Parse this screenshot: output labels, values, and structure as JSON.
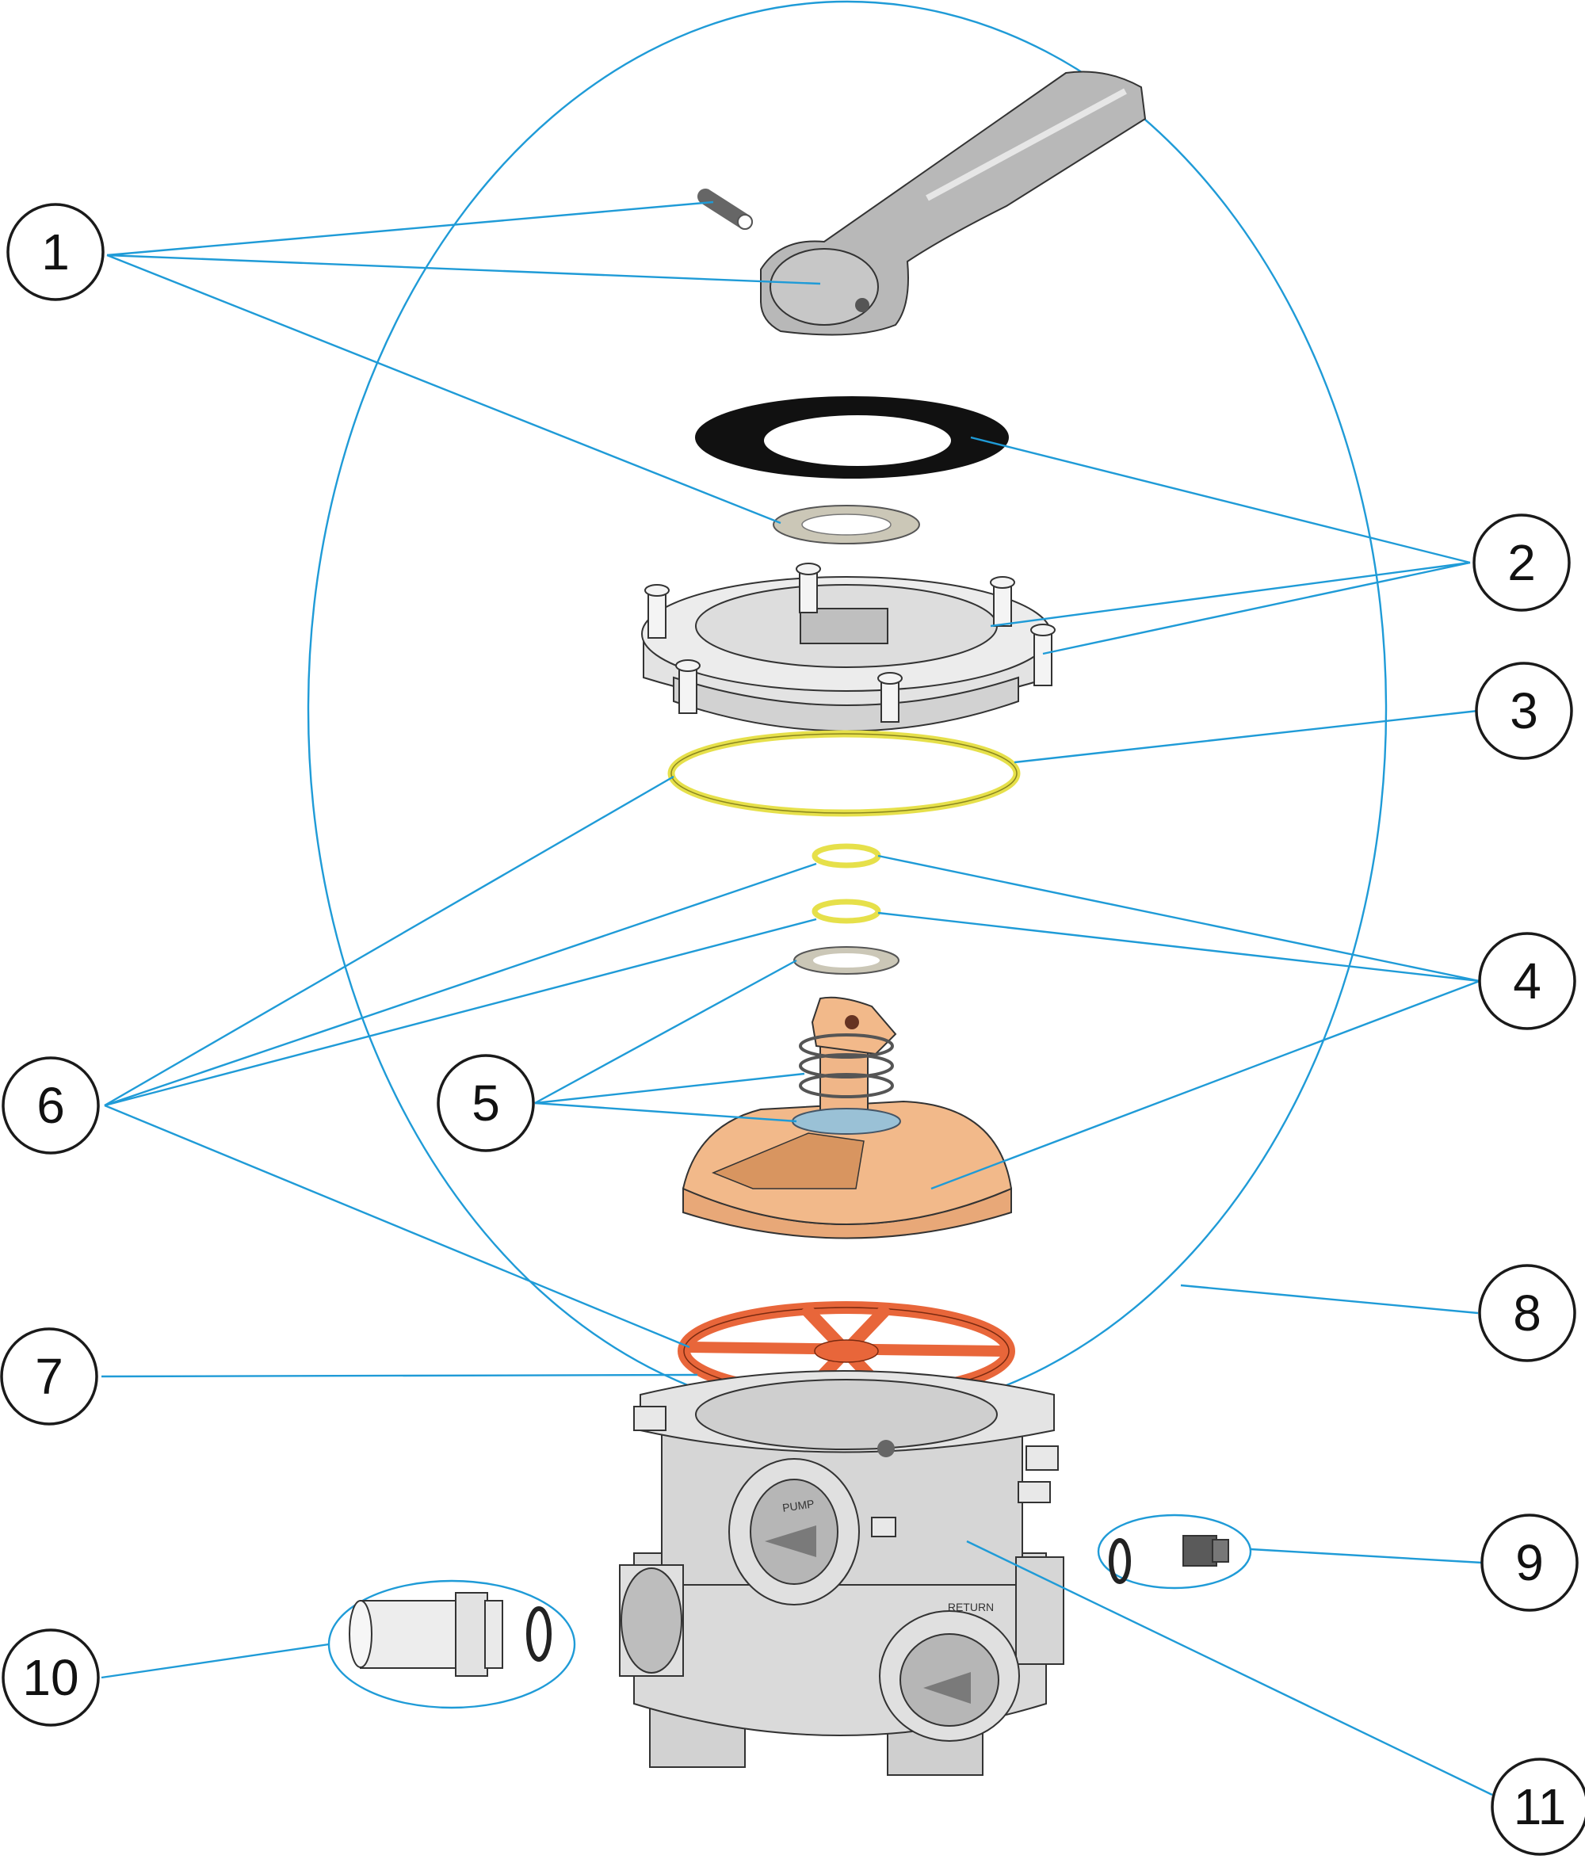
{
  "colors": {
    "leader": "#1f9bd7",
    "body_grey": "#d9d9d9",
    "handle_grey": "#b5b5b5",
    "gasket_black": "#111111",
    "oring_yellow": "#e6e04a",
    "rotor_orange": "#f2b98a",
    "star_gasket": "#e8663a"
  },
  "callouts": [
    "1",
    "2",
    "3",
    "4",
    "5",
    "6",
    "7",
    "8",
    "9",
    "10",
    "11"
  ],
  "body_labels": {
    "pump": "PUMP",
    "return": "RETURN"
  }
}
